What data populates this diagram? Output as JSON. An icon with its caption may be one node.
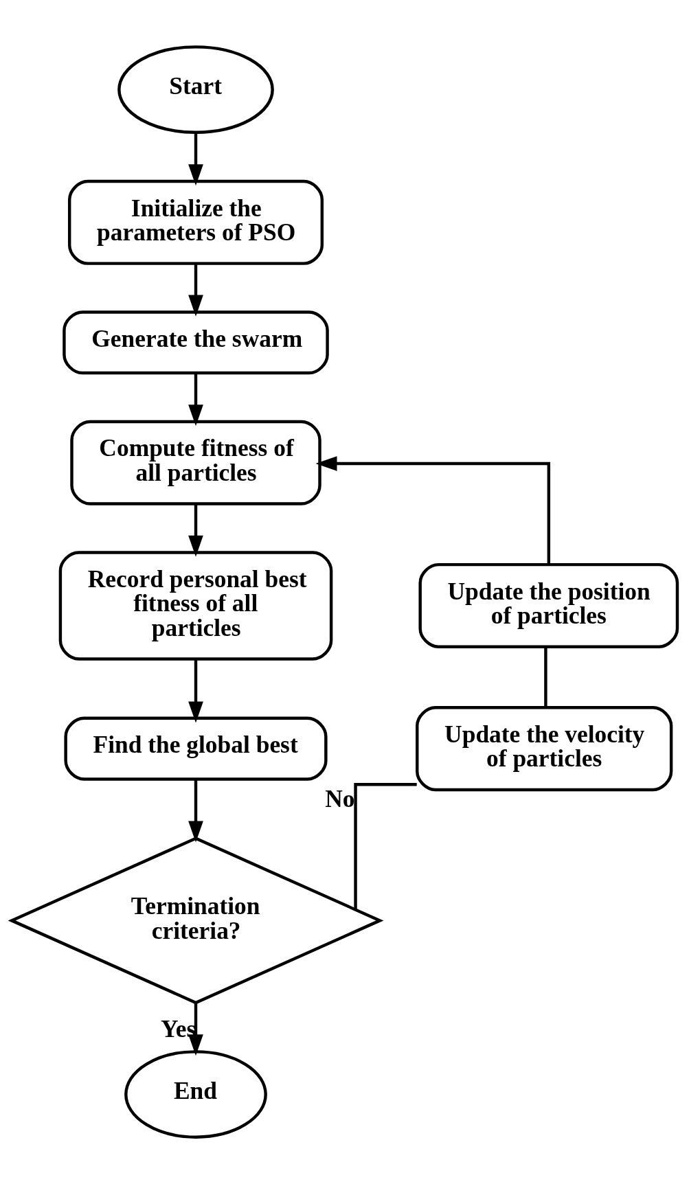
{
  "diagram": {
    "nodes": [
      {
        "text": [
          "Start"
        ]
      },
      {
        "text": [
          "Initialize the parameters of PSO"
        ]
      },
      {
        "text": [
          "Generate the swarm"
        ]
      },
      {
        "text": [
          "Compute fitness of all particles"
        ]
      },
      {
        "text": [
          "Record personal best fitness of all particles"
        ]
      },
      {
        "text": [
          "Find the global best"
        ]
      },
      {
        "text": [
          "Termination criteria?"
        ]
      },
      {
        "text": [
          "Update the position of particles"
        ]
      },
      {
        "text": [
          "Update the velocity of particles"
        ]
      },
      {
        "text": [
          "End"
        ]
      }
    ],
    "edges": [
      {
        "from": 0,
        "to": 1,
        "arrow": "to"
      },
      {
        "from": 1,
        "to": 2,
        "arrow": "to"
      },
      {
        "from": 2,
        "to": 3,
        "arrow": "to"
      },
      {
        "from": 3,
        "to": 4,
        "arrow": "to"
      },
      {
        "from": 4,
        "to": 5,
        "arrow": "to"
      },
      {
        "from": 5,
        "to": 6,
        "arrow": "to"
      },
      {
        "from": 6,
        "to": 8,
        "label": "No",
        "arrow": "none"
      },
      {
        "from": 8,
        "to": 7,
        "arrow": "none"
      },
      {
        "from": 7,
        "to": 3,
        "arrow": "to"
      },
      {
        "from": 6,
        "to": 9,
        "label": "Yes",
        "arrow": "to"
      }
    ]
  }
}
